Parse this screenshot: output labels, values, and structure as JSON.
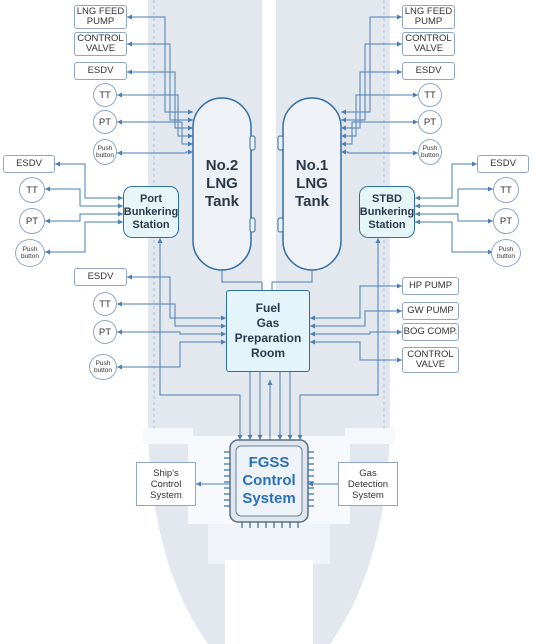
{
  "colors": {
    "connector": "#4a7fb5",
    "hull": "#e3e8ef",
    "accent": "#2a6fb8",
    "station_fill": "#e6f6f8"
  },
  "left_top_boxes": [
    {
      "id": "lng-feed-pump-left",
      "label": "LNG FEED\nPUMP"
    },
    {
      "id": "control-valve-left",
      "label": "CONTROL\nVALVE"
    },
    {
      "id": "esdv-left-top",
      "label": "ESDV"
    }
  ],
  "left_top_circles": [
    {
      "id": "tt-left-top",
      "label": "TT"
    },
    {
      "id": "pt-left-top",
      "label": "PT"
    },
    {
      "id": "push-left-top",
      "label": "Push\nbutton"
    }
  ],
  "right_top_boxes": [
    {
      "id": "lng-feed-pump-right",
      "label": "LNG FEED\nPUMP"
    },
    {
      "id": "control-valve-right",
      "label": "CONTROL\nVALVE"
    },
    {
      "id": "esdv-right-top",
      "label": "ESDV"
    }
  ],
  "right_top_circles": [
    {
      "id": "tt-right-top",
      "label": "TT"
    },
    {
      "id": "pt-right-top",
      "label": "PT"
    },
    {
      "id": "push-right-top",
      "label": "Push\nbutton"
    }
  ],
  "port_station": {
    "label": "Port\nBunkering\nStation",
    "esdv": "ESDV",
    "tt": "TT",
    "pt": "PT",
    "push": "Push\nbutton"
  },
  "stbd_station": {
    "label": "STBD\nBunkering\nStation",
    "esdv": "ESDV",
    "tt": "TT",
    "pt": "PT",
    "push": "Push\nbutton"
  },
  "tanks": [
    {
      "id": "no2-lng-tank",
      "label": "No.2\nLNG\nTank"
    },
    {
      "id": "no1-lng-tank",
      "label": "No.1\nLNG\nTank"
    }
  ],
  "fuel_room": {
    "label": "Fuel\nGas\nPreparation\nRoom",
    "left_items": [
      "ESDV",
      "TT",
      "PT",
      "Push\nbutton"
    ],
    "right_items": [
      "HP PUMP",
      "GW PUMP",
      "BOG COMP.",
      "CONTROL\nVALVE"
    ]
  },
  "fgss": {
    "label": "FGSS\nControl\nSystem"
  },
  "ships_control": {
    "label": "Ship's\nControl\nSystem"
  },
  "gas_detection": {
    "label": "Gas\nDetection\nSystem"
  }
}
